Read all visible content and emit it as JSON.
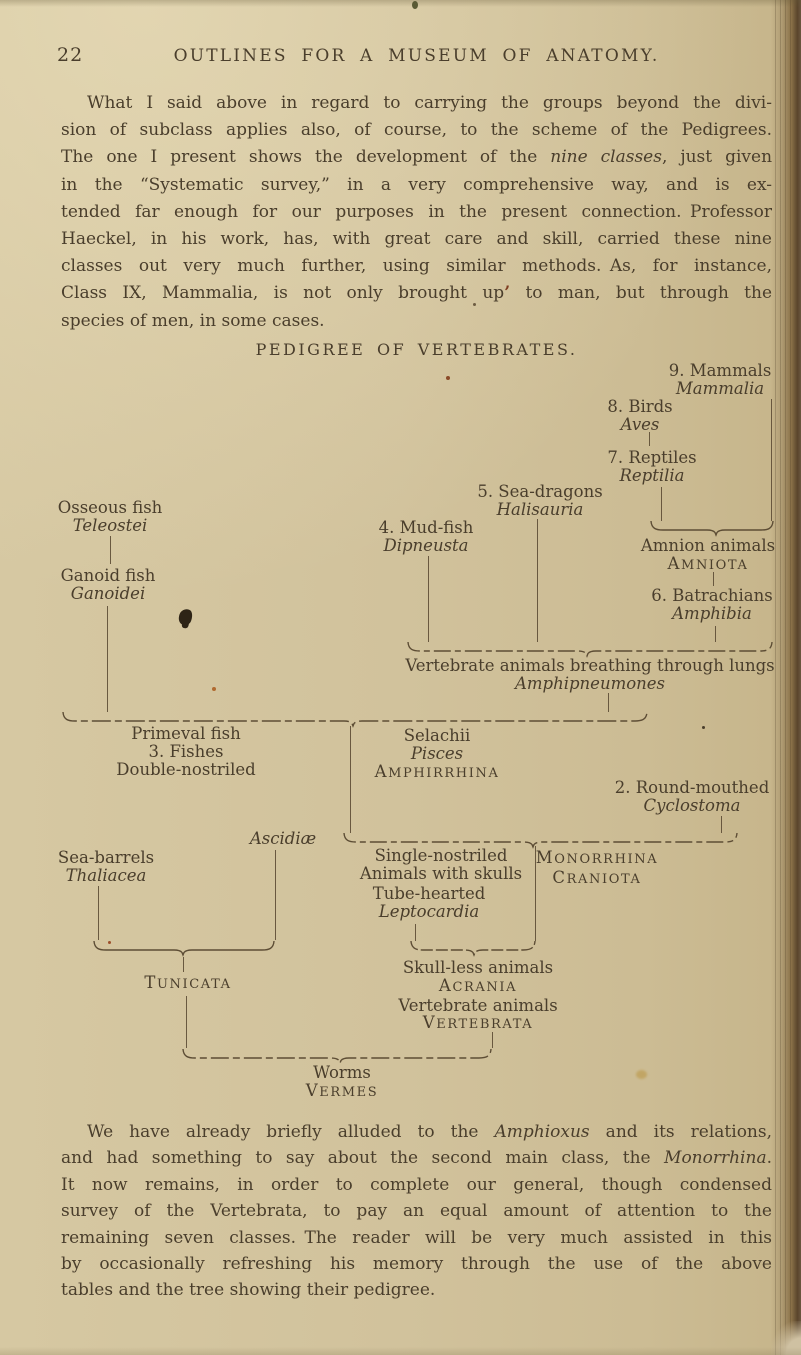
{
  "page": {
    "number": "22",
    "running_head": "OUTLINES FOR A MUSEUM OF ANATOMY.",
    "diagram_title": "PEDIGREE OF VERTEBRATES."
  },
  "paragraph1": [
    [
      {
        "t": "What I said above in regard to carrying the groups beyond the divi-"
      }
    ],
    [
      {
        "t": "sion of subclass applies also, of course, to the scheme of the Pedigrees."
      }
    ],
    [
      {
        "t": "The one I present shows the development of the "
      },
      {
        "t": "nine classes",
        "s": "i"
      },
      {
        "t": ", just given"
      }
    ],
    [
      {
        "t": "in the “Systematic survey,” in a very comprehensive way, and is ex-"
      }
    ],
    [
      {
        "t": "tended far enough for our purposes in the present connection. Professor"
      }
    ],
    [
      {
        "t": "Haeckel, in his work, has, with great care and skill, carried these nine"
      }
    ],
    [
      {
        "t": "classes out very much further, using similar methods. As, for instance,"
      }
    ],
    [
      {
        "t": "Class IX, Mammalia, is not only brought up"
      },
      {
        "t": "’",
        "s": "r"
      },
      {
        "t": " to man, but through the"
      }
    ],
    [
      {
        "t": "species of men, in some cases."
      }
    ]
  ],
  "paragraph2": [
    [
      {
        "t": "We have already briefly alluded to the "
      },
      {
        "t": "Amphioxus",
        "s": "i"
      },
      {
        "t": " and its relations,"
      }
    ],
    [
      {
        "t": "and had something to say about the second main class, the "
      },
      {
        "t": "Monorrhina",
        "s": "i"
      },
      {
        "t": "."
      }
    ],
    [
      {
        "t": "It now remains, in order to complete our general, though condensed"
      }
    ],
    [
      {
        "t": "survey of the Vertebrata, to pay an equal amount of attention to the"
      }
    ],
    [
      {
        "t": "remaining seven classes. The reader will be very much assisted in this"
      }
    ],
    [
      {
        "t": "by occasionally refreshing his memory through the use of the above"
      }
    ],
    [
      {
        "t": "tables and the tree showing their pedigree."
      }
    ]
  ],
  "pedigree": {
    "nodes": {
      "mammals": {
        "l1": "9. Mammals",
        "l2": "Mammalia"
      },
      "birds": {
        "l1": "8. Birds",
        "l2": "Aves"
      },
      "reptiles": {
        "l1": "7. Reptiles",
        "l2": "Reptilia"
      },
      "amnion": {
        "l1": "Amnion animals",
        "l2": "AMNIOTA"
      },
      "batrachians": {
        "l1": "6. Batrachians",
        "l2": "Amphibia"
      },
      "seadragons": {
        "l1": "5. Sea-dragons",
        "l2": "Halisauria"
      },
      "mudfish": {
        "l1": "4. Mud-fish",
        "l2": "Dipneusta"
      },
      "osseous": {
        "l1": "Osseous fish",
        "l2": "Teleostei"
      },
      "ganoid": {
        "l1": "Ganoid fish",
        "l2": "Ganoidei"
      },
      "lungs": {
        "l1": "Vertebrate animals breathing through lungs",
        "l2": "Amphipneumones"
      },
      "fishes_left": {
        "l1": "Primeval fish",
        "l2": "3. Fishes",
        "l3": "Double-nostriled"
      },
      "fishes_right": {
        "l1": "Selachii",
        "l2": "Pisces",
        "l3": "AMPHIRRHINA"
      },
      "roundmouthed": {
        "l1": "2. Round-mouthed",
        "l2": "Cyclostoma"
      },
      "craniota_left": {
        "l1": "Single-nostriled",
        "l2": "Animals with skulls"
      },
      "craniota_right": {
        "l1": "MONORRHINA",
        "l2": "CRANIOTA"
      },
      "tubehearted": {
        "l1": "Tube-hearted",
        "l2": "Leptocardia"
      },
      "ascidiae": {
        "l1": "Ascidiæ"
      },
      "seabarrels": {
        "l1": "Sea-barrels",
        "l2": "Thaliacea"
      },
      "tunicata": {
        "l1": "TUNICATA"
      },
      "acrania": {
        "l1": "Skull-less animals",
        "l2": "ACRANIA",
        "l3": "Vertebrate animals",
        "l4": "VERTEBRATA"
      },
      "worms": {
        "l1": "Worms",
        "l2": "VERMES"
      }
    }
  },
  "colors": {
    "paper": "#d1c29c",
    "ink": "#4a3e2c",
    "line": "#5d4d35",
    "binding_dark": "#5a452c",
    "red_mark": "#7e3c20"
  }
}
